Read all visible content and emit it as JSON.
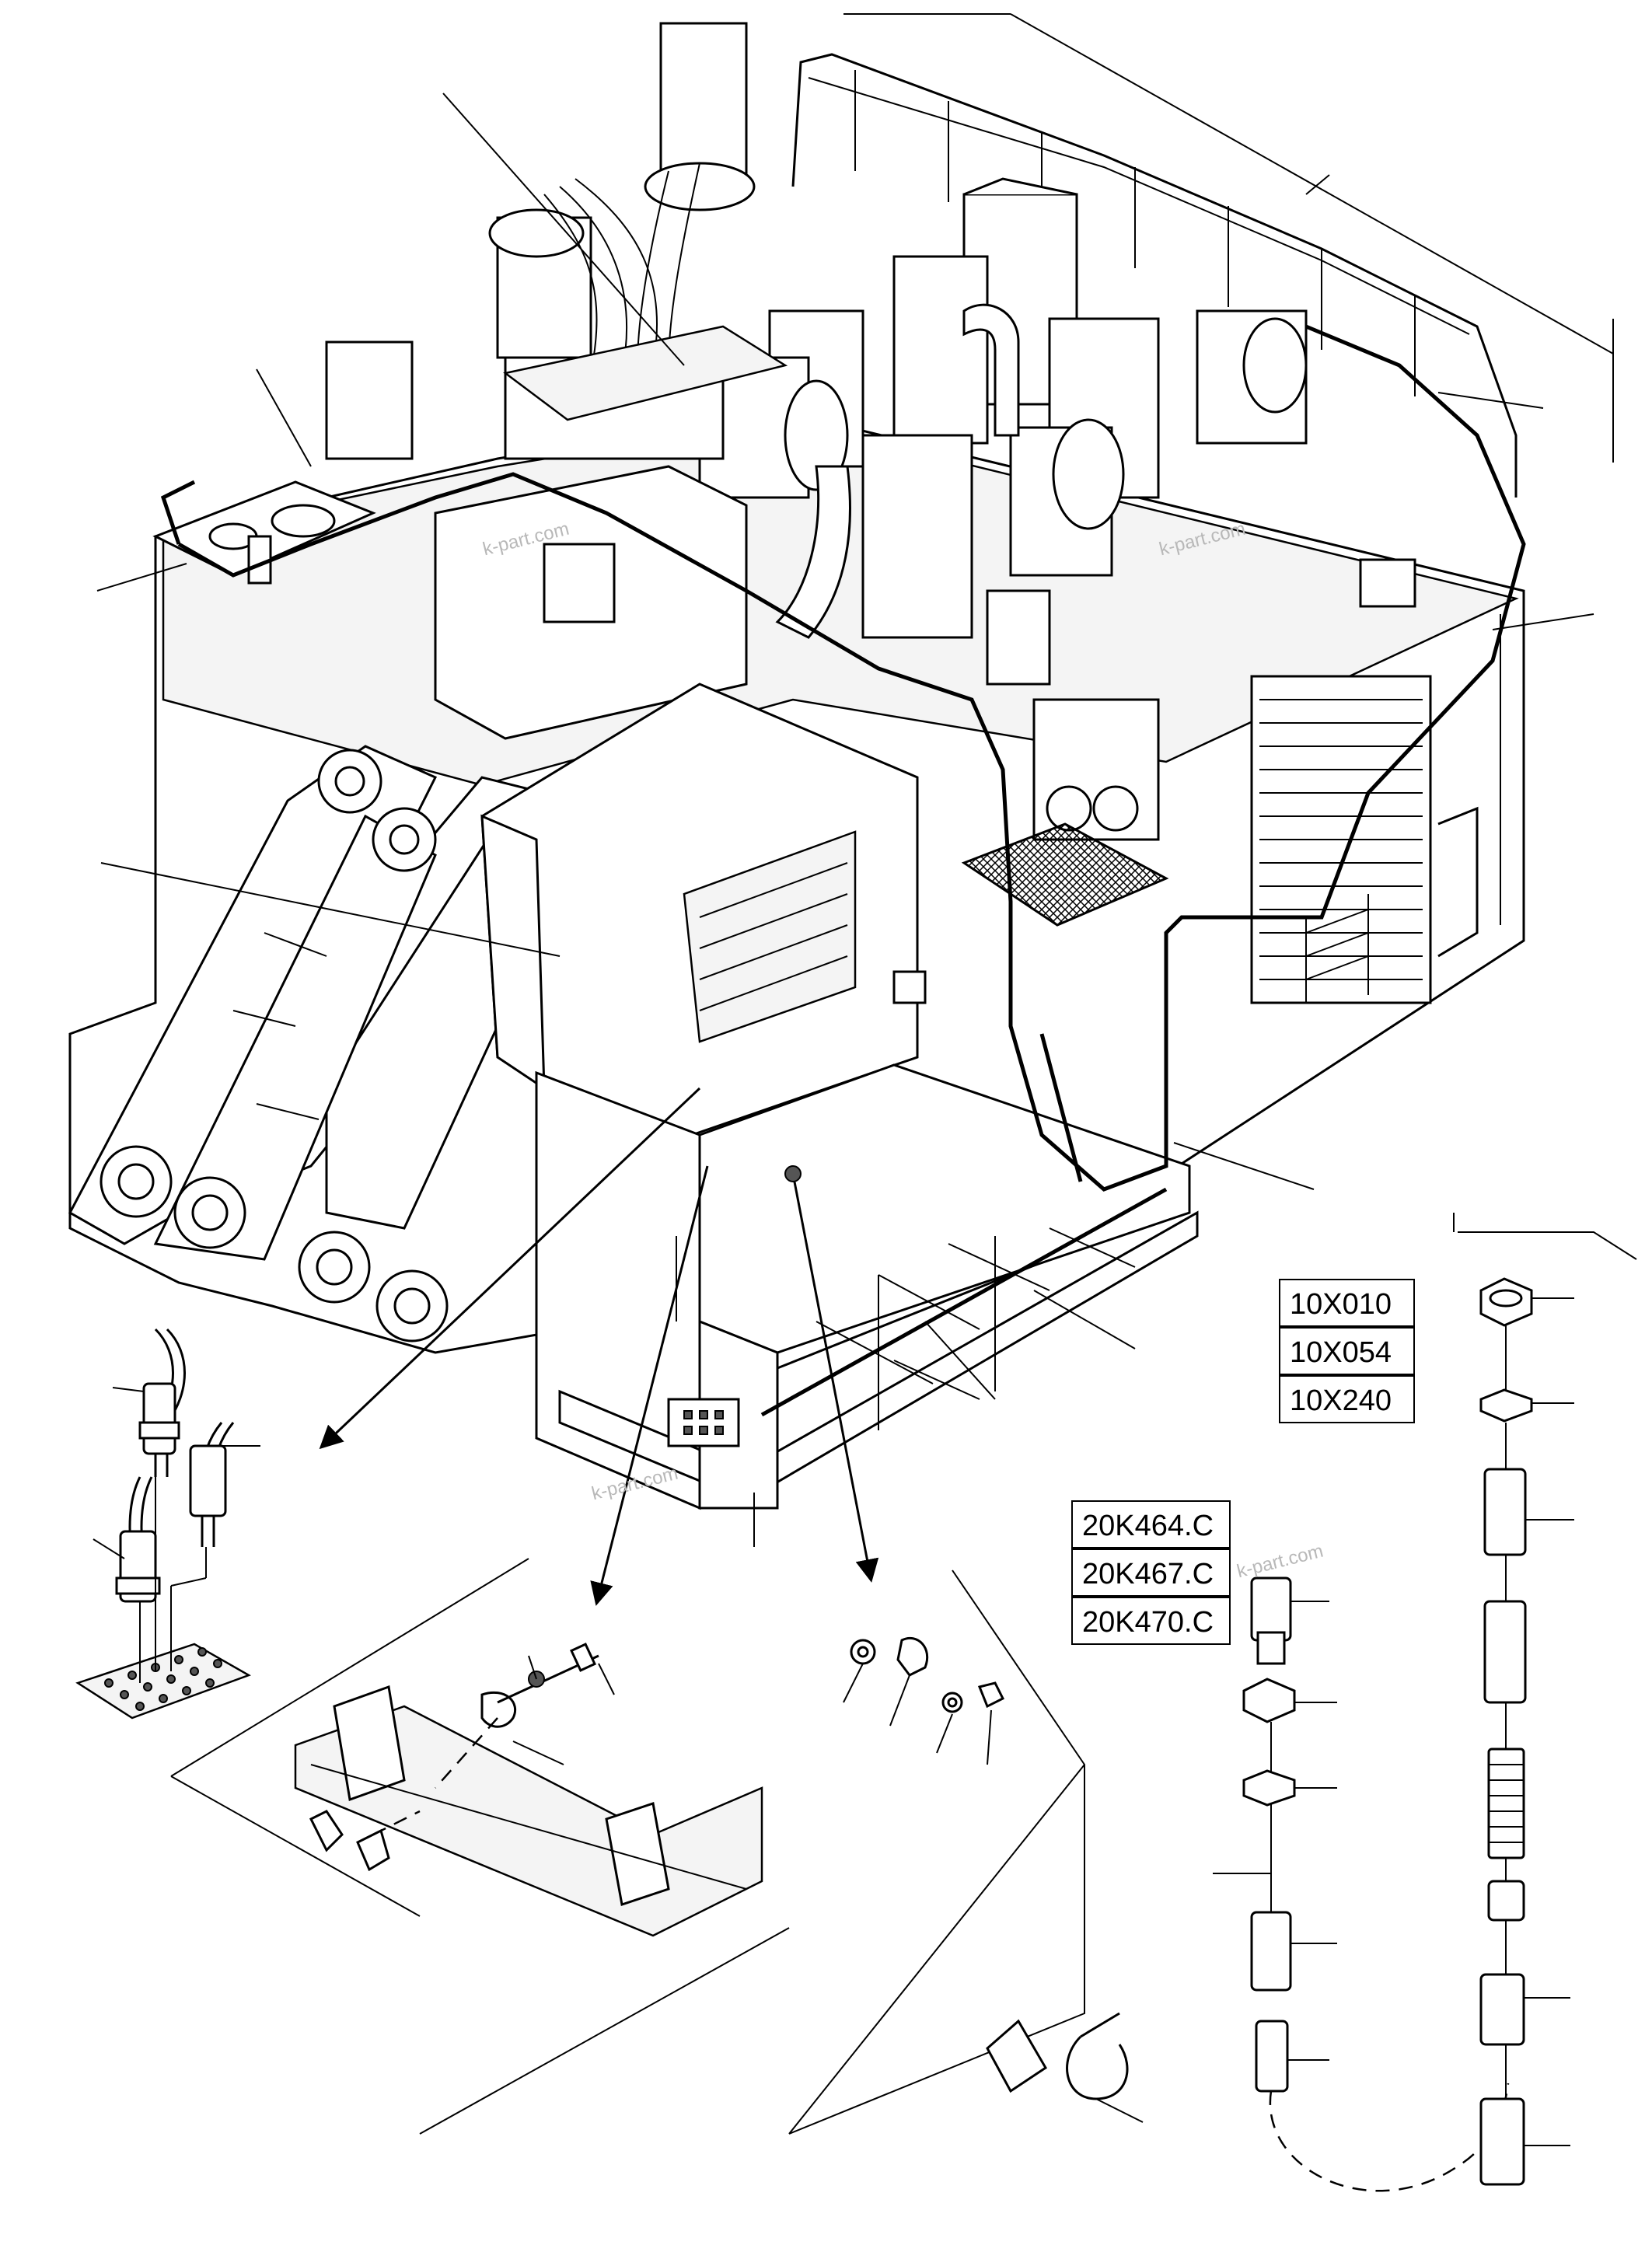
{
  "connector_group_a": {
    "labels": [
      "10X010",
      "10X054",
      "10X240"
    ]
  },
  "connector_group_b": {
    "labels": [
      "20K464.C",
      "20K467.C",
      "20K470.C"
    ]
  },
  "watermark": "k-part.com"
}
